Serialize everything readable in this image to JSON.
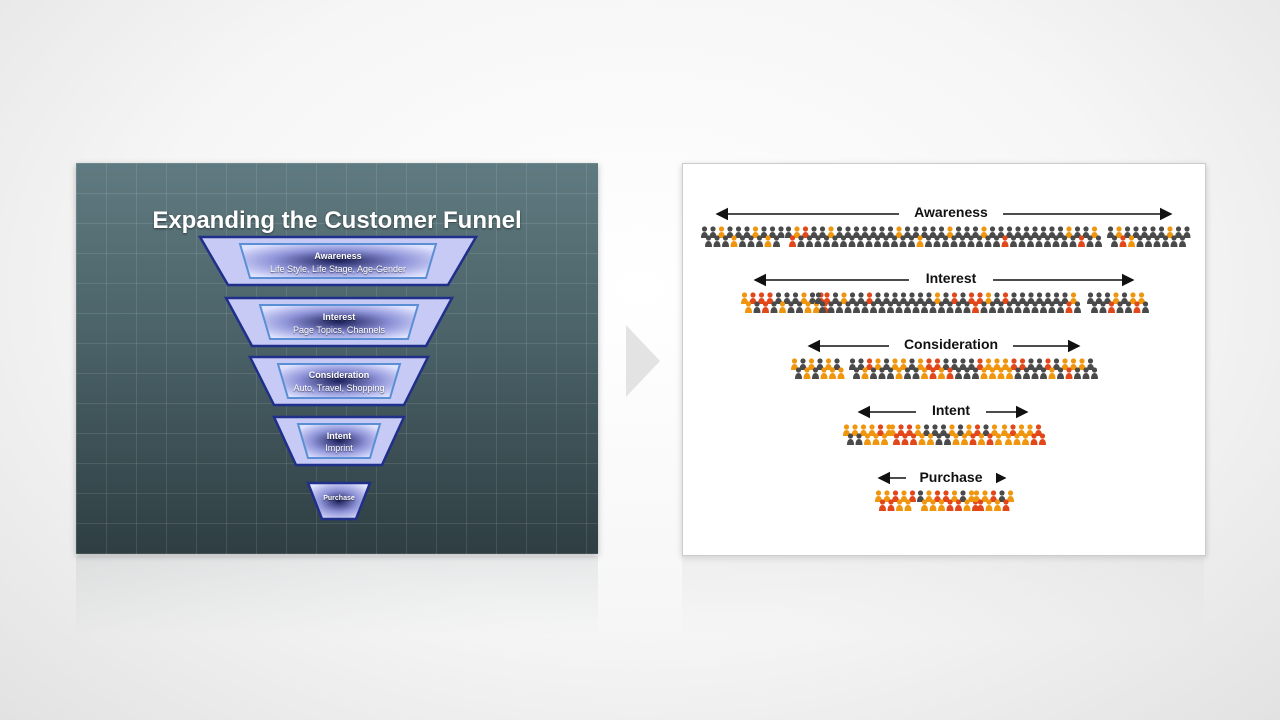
{
  "left_slide": {
    "title": "Expanding the Customer Funnel",
    "tiers": [
      {
        "label": "Awareness",
        "sub": "Life Style, Life Stage, Age-Gender"
      },
      {
        "label": "Interest",
        "sub": "Page Topics, Channels"
      },
      {
        "label": "Consideration",
        "sub": "Auto, Travel, Shopping"
      },
      {
        "label": "Intent",
        "sub": "Imprint"
      },
      {
        "label": "Purchase",
        "sub": ""
      }
    ]
  },
  "right_slide": {
    "stages": [
      {
        "label": "Awareness"
      },
      {
        "label": "Interest"
      },
      {
        "label": "Consideration"
      },
      {
        "label": "Intent"
      },
      {
        "label": "Purchase"
      }
    ]
  },
  "colors": {
    "funnel_border": "#1f2f8a",
    "funnel_fill": "#b8bdf0",
    "crowd_dark": "#4a4a4a",
    "crowd_orange": "#f0960e",
    "crowd_red": "#e2471a"
  }
}
